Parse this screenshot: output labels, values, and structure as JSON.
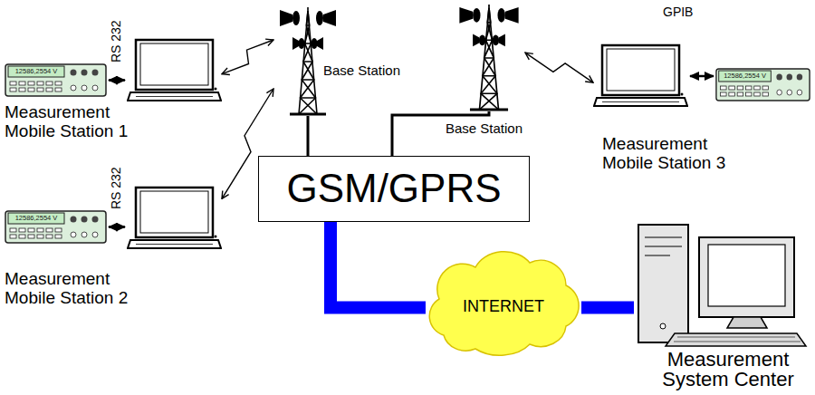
{
  "diagram": {
    "nodes": [
      {
        "text": [
          "12586,2554 V"
        ]
      },
      {
        "text": [
          "Measurement Mobile Station 1"
        ]
      },
      {
        "text": [
          "12586,2554 V"
        ]
      },
      {
        "text": [
          "Measurement Mobile Station 2"
        ]
      },
      {
        "text": [
          "Base Station"
        ]
      },
      {
        "text": [
          "Base Station"
        ]
      },
      {
        "text": [
          "Measurement Mobile Station 3"
        ]
      },
      {
        "text": [
          "12586,2554 V"
        ]
      },
      {
        "text": [
          "GSM/GPRS"
        ]
      },
      {
        "text": [
          "INTERNET"
        ]
      },
      {
        "text": [
          "Measurement System Center"
        ]
      }
    ],
    "edges": [
      {
        "from": 0,
        "to": 1,
        "label": "RS 232",
        "arrow": "both"
      },
      {
        "from": 2,
        "to": 3,
        "label": "RS 232",
        "arrow": "both"
      },
      {
        "from": 6,
        "to": 7,
        "label": "GPIB",
        "arrow": "both"
      },
      {
        "from": 1,
        "to": 4,
        "arrow": "both"
      },
      {
        "from": 3,
        "to": 4,
        "arrow": "both"
      },
      {
        "from": 5,
        "to": 6,
        "arrow": "both"
      },
      {
        "from": 4,
        "to": 8,
        "arrow": "none"
      },
      {
        "from": 5,
        "to": 8,
        "arrow": "none"
      },
      {
        "from": 8,
        "to": 9,
        "arrow": "none"
      },
      {
        "from": 9,
        "to": 10,
        "arrow": "none"
      }
    ]
  }
}
